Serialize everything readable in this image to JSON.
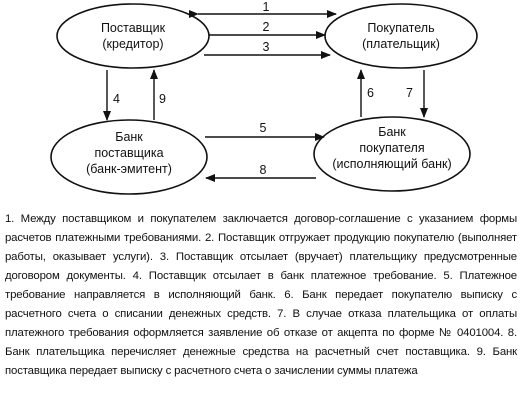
{
  "nodes": {
    "supplier": {
      "line1": "Поставщик",
      "line2": "(кредитор)"
    },
    "buyer": {
      "line1": "Покупатель",
      "line2": "(плательщик)"
    },
    "supplier_bank": {
      "line1": "Банк",
      "line2": "поставщика",
      "line3": "(банк-эмитент)"
    },
    "buyer_bank": {
      "line1": "Банк",
      "line2": "покупателя",
      "line3": "(исполняющий банк)"
    }
  },
  "edges": {
    "e1": "1",
    "e2": "2",
    "e3": "3",
    "e4": "4",
    "e5": "5",
    "e6": "6",
    "e7": "7",
    "e8": "8",
    "e9": "9"
  },
  "caption": "1. Между поставщиком и покупателем заключается договор-соглашение с указанием формы расчетов платежными требованиями. 2. Поставщик отгружает продукцию покупателю (выполняет работы, оказывает услуги). 3. Поставщик отсылает (вручает) плательщику предусмотренные договором документы. 4. Поставщик отсылает в банк платежное требование. 5. Платежное требование направляется в исполняющий банк. 6. Банк передает покупателю выписку с расчетного счета о списании денежных средств. 7. В случае отказа плательщика от оплаты платежного требования оформляется заявление об отказе от акцепта по форме № 0401004. 8. Банк плательщика перечисляет денежные средства на расчетный счет поставщика. 9. Банк поставщика передает выписку с расчетного счета о зачислении суммы платежа"
}
